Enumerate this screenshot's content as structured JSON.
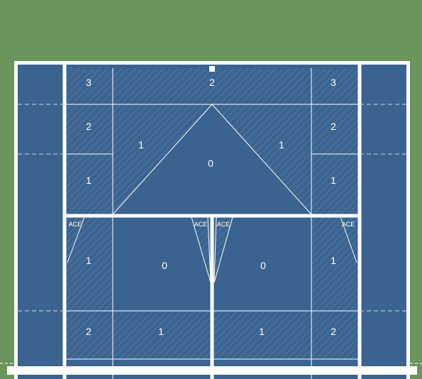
{
  "court": {
    "colors": {
      "surround": "#6b955b",
      "court": "#3b6390",
      "lines": "#ffffff"
    },
    "zones": {
      "back_left_3": "3",
      "back_center_2": "2",
      "back_right_3": "3",
      "left_2": "2",
      "right_2": "2",
      "left_diag_1": "1",
      "right_diag_1": "1",
      "center_0": "0",
      "left_1": "1",
      "right_1": "1",
      "svc_left_outer_1": "1",
      "svc_left_0": "0",
      "svc_right_0": "0",
      "svc_right_outer_1": "1",
      "front_left_2": "2",
      "front_left_1": "1",
      "front_right_1": "1",
      "front_right_2": "2"
    },
    "ace_labels": {
      "far_left": "ACE",
      "center_left": "ACE",
      "center_right": "ACE",
      "far_right": "ACE"
    }
  }
}
